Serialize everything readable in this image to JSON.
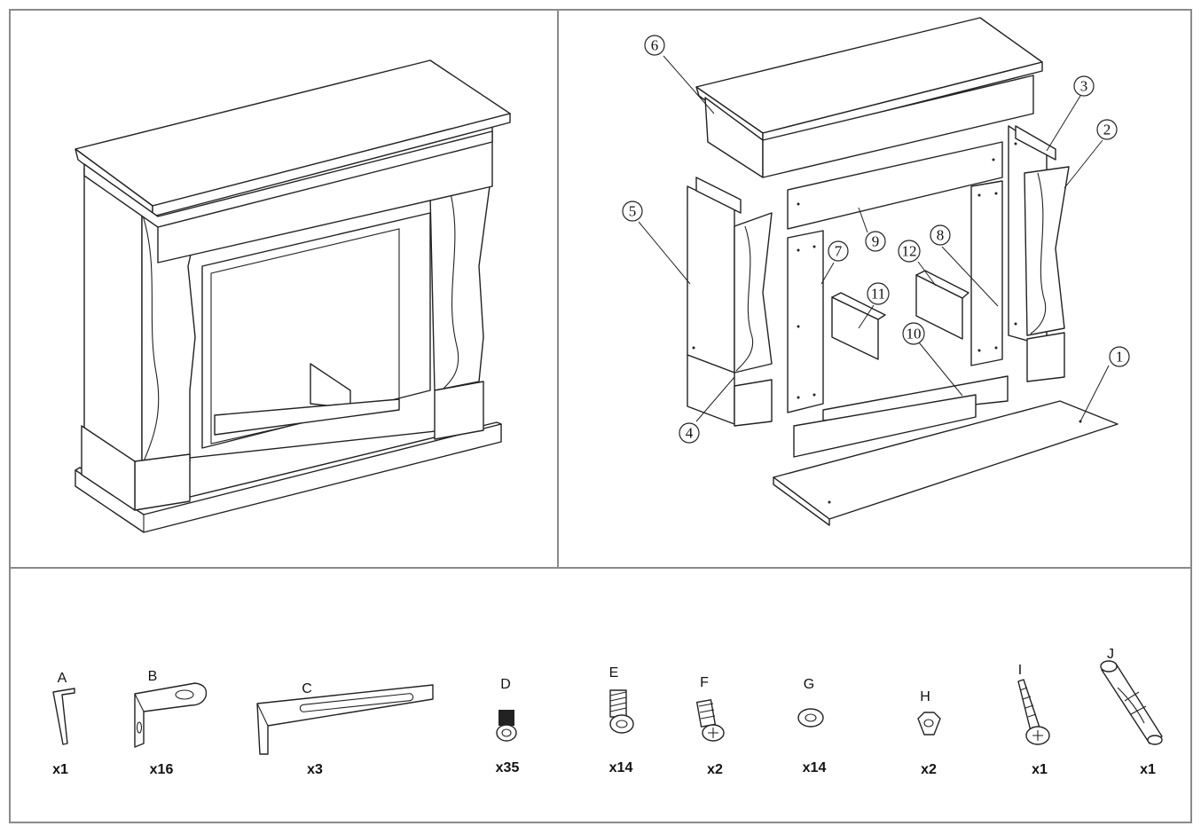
{
  "parts": [
    {
      "num": "1"
    },
    {
      "num": "2"
    },
    {
      "num": "3"
    },
    {
      "num": "4"
    },
    {
      "num": "5"
    },
    {
      "num": "6"
    },
    {
      "num": "7"
    },
    {
      "num": "8"
    },
    {
      "num": "9"
    },
    {
      "num": "10"
    },
    {
      "num": "11"
    },
    {
      "num": "12"
    }
  ],
  "hardware": [
    {
      "letter": "A",
      "qty": "x1",
      "icon": "allen-key-icon"
    },
    {
      "letter": "B",
      "qty": "x16",
      "icon": "l-bracket-icon"
    },
    {
      "letter": "C",
      "qty": "x3",
      "icon": "long-bracket-icon"
    },
    {
      "letter": "D",
      "qty": "x35",
      "icon": "cam-lock-icon"
    },
    {
      "letter": "E",
      "qty": "x14",
      "icon": "bolt-icon"
    },
    {
      "letter": "F",
      "qty": "x2",
      "icon": "screw-icon"
    },
    {
      "letter": "G",
      "qty": "x14",
      "icon": "washer-icon"
    },
    {
      "letter": "H",
      "qty": "x2",
      "icon": "nut-icon"
    },
    {
      "letter": "I",
      "qty": "x1",
      "icon": "wood-screw-icon"
    },
    {
      "letter": "J",
      "qty": "x1",
      "icon": "wall-anchor-icon"
    }
  ]
}
